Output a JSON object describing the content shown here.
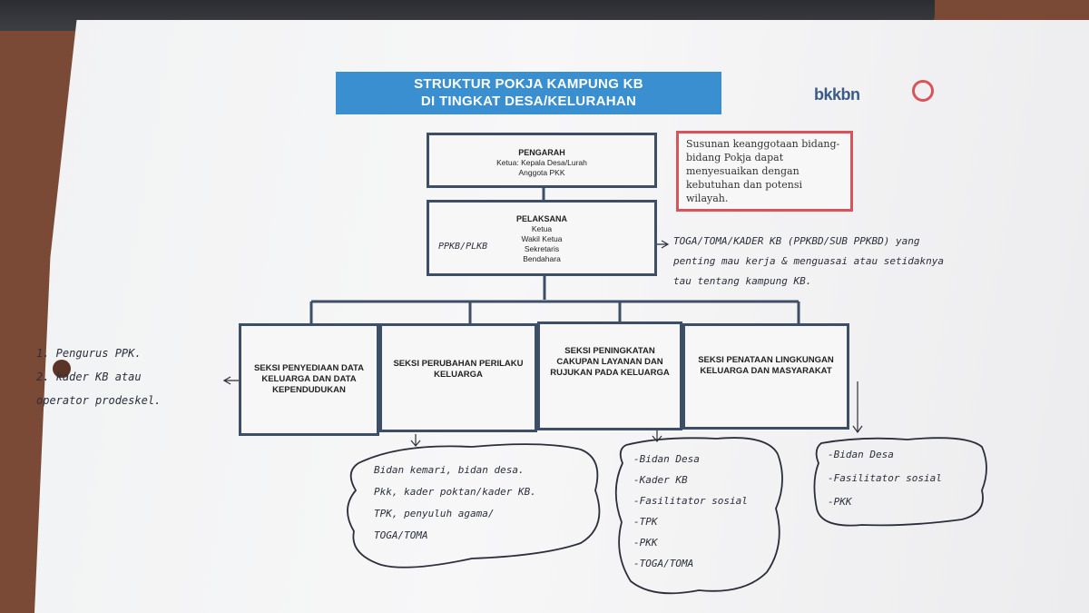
{
  "title_lines": [
    "STRUKTUR POKJA KAMPUNG KB",
    "DI TINGKAT DESA/KELURAHAN"
  ],
  "logo_text": "bkkbn",
  "colors": {
    "title_bg": "#3a8fd0",
    "box_border": "#3c4f66",
    "note_border": "#d9545a",
    "ink": "#2a2f3a"
  },
  "pengarah": {
    "heading": "PENGARAH",
    "lines": [
      "Ketua: Kepala Desa/Lurah",
      "Anggota PKK"
    ]
  },
  "pelaksana": {
    "heading": "PELAKSANA",
    "roles": [
      "Ketua",
      "Wakil Ketua",
      "Sekretaris",
      "Bendahara"
    ]
  },
  "note": "Susunan keanggotaan bidang-bidang Pokja dapat menyesuaikan dengan kebutuhan dan potensi wilayah.",
  "seksi": [
    "SEKSI PENYEDIAAN DATA KELUARGA DAN DATA KEPENDUDUKAN",
    "SEKSI PERUBAHAN PERILAKU KELUARGA",
    "SEKSI PENINGKATAN CAKUPAN LAYANAN DAN RUJUKAN PADA KELUARGA",
    "SEKSI PENATAAN LINGKUNGAN KELUARGA DAN MASYARAKAT"
  ],
  "handwriting": {
    "ppkbd": "PPKB/PLKB",
    "toga_lines": [
      "TOGA/TOMA/KADER KB (PPKBD/SUB PPKBD) yang",
      "penting mau kerja & menguasai atau setidaknya",
      "tau tentang kampung KB."
    ],
    "left_list": [
      "1. Pengurus PPK.",
      "2. kader KB atau",
      "   operator prodeskel."
    ],
    "cloud1": [
      "Bidan kemari, bidan desa.",
      "Pkk, kader poktan/kader KB.",
      "TPK, penyuluh agama/",
      "TOGA/TOMA"
    ],
    "cloud2": [
      "-Bidan Desa",
      "-Kader KB",
      "-Fasilitator sosial",
      "-TPK",
      "-PKK",
      "-TOGA/TOMA"
    ],
    "cloud3": [
      "-Bidan Desa",
      "-Fasilitator sosial",
      "-PKK"
    ]
  }
}
